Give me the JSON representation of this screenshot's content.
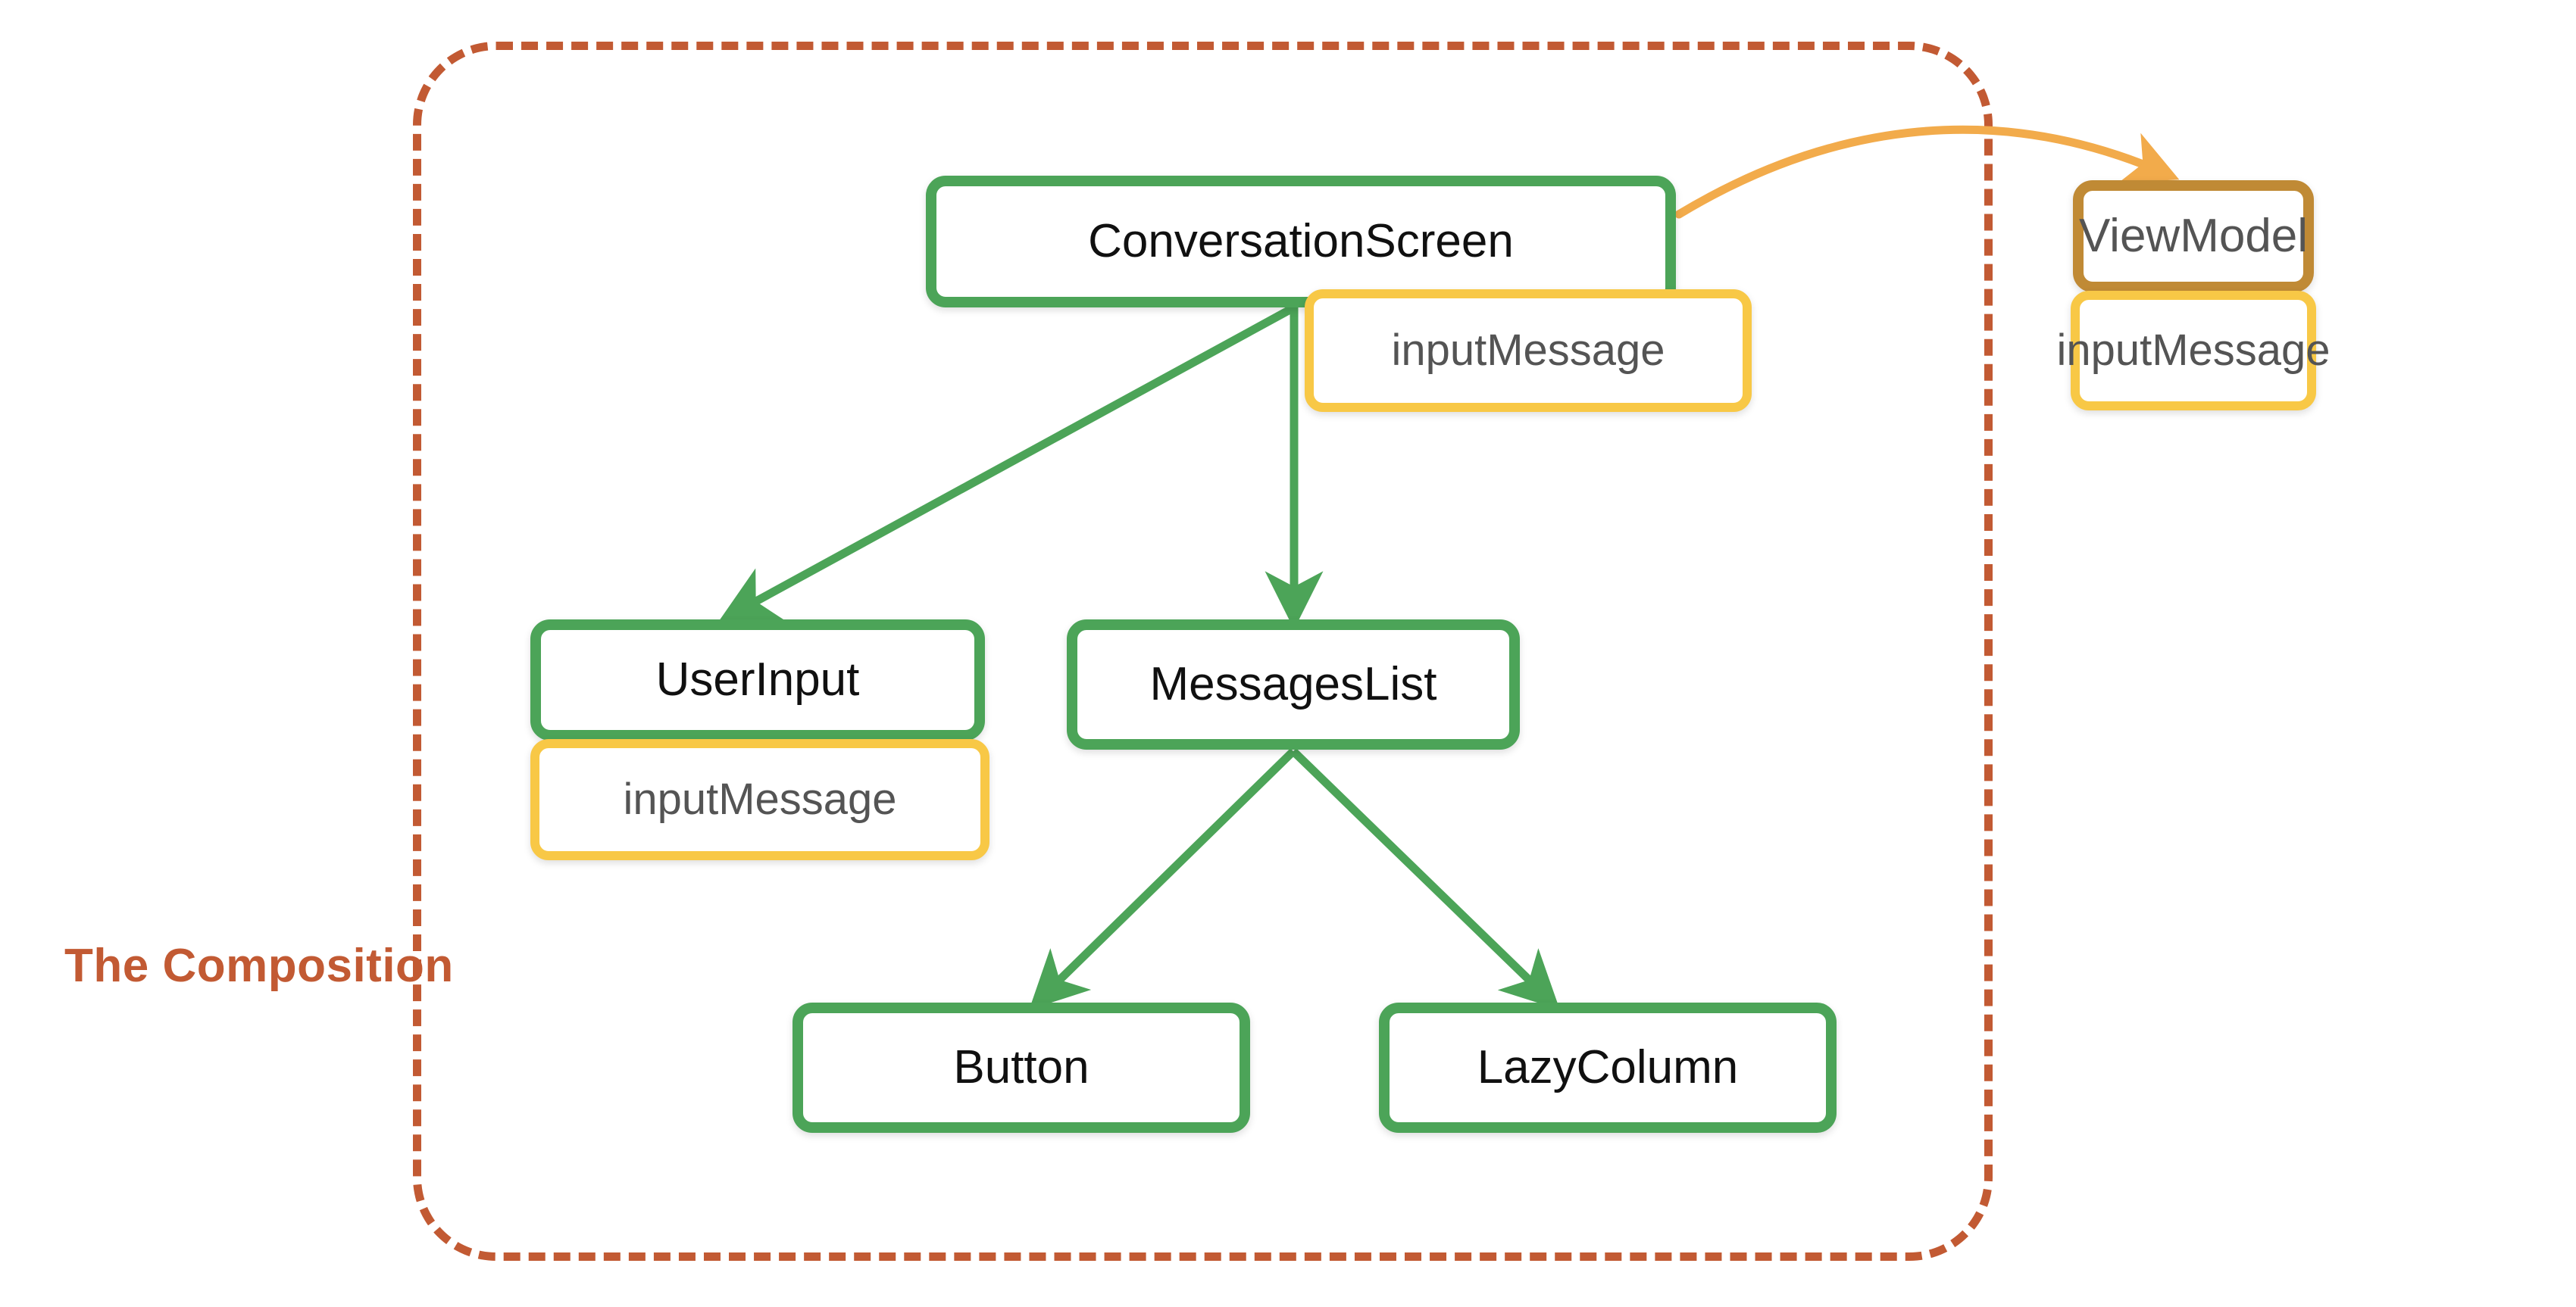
{
  "diagram": {
    "title_label": "The Composition",
    "colors": {
      "composition_border": "#c25a33",
      "composition_label": "#c25a33",
      "composable_border": "#4ca458",
      "viewmodel_border": "#c08a35",
      "state_border": "#f8c846",
      "composable_arrow": "#4ca458",
      "state_arrow": "#f2ab4b",
      "background": "#ffffff"
    },
    "nodes": {
      "conversation_screen": {
        "label": "ConversationScreen",
        "kind": "composable"
      },
      "conversation_screen_state": {
        "label": "inputMessage",
        "kind": "state"
      },
      "view_model": {
        "label": "ViewModel",
        "kind": "viewmodel"
      },
      "view_model_state": {
        "label": "inputMessage",
        "kind": "state"
      },
      "user_input": {
        "label": "UserInput",
        "kind": "composable"
      },
      "user_input_state": {
        "label": "inputMessage",
        "kind": "state"
      },
      "messages_list": {
        "label": "MessagesList",
        "kind": "composable"
      },
      "button": {
        "label": "Button",
        "kind": "composable"
      },
      "lazy_column": {
        "label": "LazyColumn",
        "kind": "composable"
      }
    },
    "edges": [
      {
        "from": "conversation_screen",
        "to": "user_input",
        "color": "#4ca458",
        "style": "solid"
      },
      {
        "from": "conversation_screen",
        "to": "messages_list",
        "color": "#4ca458",
        "style": "solid"
      },
      {
        "from": "conversation_screen",
        "to": "view_model",
        "color": "#f2ab4b",
        "style": "curved"
      },
      {
        "from": "messages_list",
        "to": "button",
        "color": "#4ca458",
        "style": "solid"
      },
      {
        "from": "messages_list",
        "to": "lazy_column",
        "color": "#4ca458",
        "style": "solid"
      }
    ]
  }
}
